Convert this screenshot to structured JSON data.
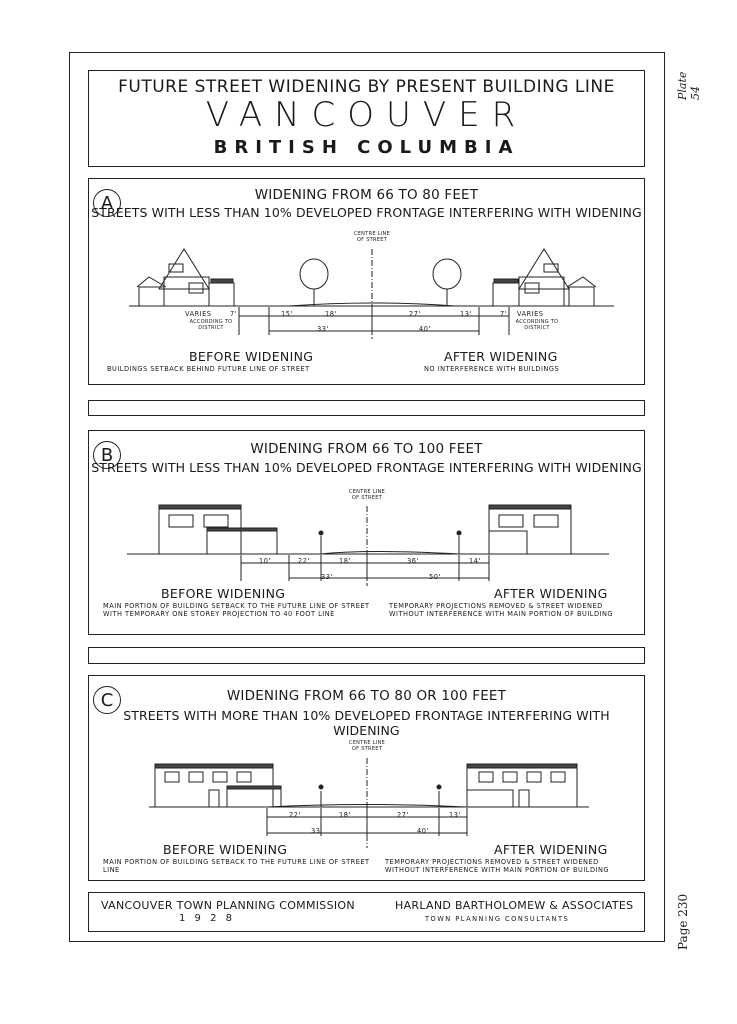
{
  "header": {
    "line1": "FUTURE STREET WIDENING BY PRESENT BUILDING LINE",
    "line2": "VANCOUVER",
    "line3": "BRITISH COLUMBIA"
  },
  "side": {
    "plate": "Plate 54",
    "page": "Page 230"
  },
  "centre_line": "CENTRE LINE OF STREET",
  "panels": [
    {
      "letter": "A",
      "title": "WIDENING FROM 66 TO 80 FEET",
      "subtitle": "STREETS WITH LESS THAN 10% DEVELOPED FRONTAGE INTERFERING WITH WIDENING",
      "dims_top": [
        "7'",
        "15'",
        "18'",
        "27'",
        "13'",
        "7'"
      ],
      "dims_bottom": [
        "33'",
        "40'"
      ],
      "varies": "VARIES",
      "according": "ACCORDING TO DISTRICT",
      "before_label": "BEFORE WIDENING",
      "before_note": "BUILDINGS SETBACK BEHIND FUTURE LINE OF STREET",
      "after_label": "AFTER WIDENING",
      "after_note": "NO INTERFERENCE WITH BUILDINGS"
    },
    {
      "letter": "B",
      "title": "WIDENING FROM 66 TO 100 FEET",
      "subtitle": "STREETS WITH LESS THAN 10% DEVELOPED FRONTAGE INTERFERING WITH WIDENING",
      "dims_top": [
        "10'",
        "22'",
        "18'",
        "36'",
        "14'"
      ],
      "dims_bottom": [
        "33'",
        "50'"
      ],
      "before_label": "BEFORE WIDENING",
      "before_note": "MAIN PORTION OF BUILDING SETBACK TO THE FUTURE LINE OF STREET WITH TEMPORARY ONE STOREY PROJECTION TO 40 FOOT LINE",
      "after_label": "AFTER WIDENING",
      "after_note": "TEMPORARY PROJECTIONS REMOVED & STREET WIDENED WITHOUT INTERFERENCE WITH MAIN PORTION OF BUILDING"
    },
    {
      "letter": "C",
      "title": "WIDENING FROM 66 TO 80 OR 100 FEET",
      "subtitle": "STREETS WITH MORE THAN 10% DEVELOPED FRONTAGE INTERFERING WITH WIDENING",
      "dims_top": [
        "22'",
        "18'",
        "27'",
        "13'"
      ],
      "dims_bottom": [
        "33'",
        "40'"
      ],
      "before_label": "BEFORE WIDENING",
      "before_note": "MAIN PORTION OF BUILDING SETBACK TO THE FUTURE LINE OF STREET LINE",
      "after_label": "AFTER WIDENING",
      "after_note": "TEMPORARY PROJECTIONS REMOVED & STREET WIDENED WITHOUT INTERFERENCE WITH MAIN PORTION OF BUILDING"
    }
  ],
  "footer": {
    "left": "VANCOUVER TOWN PLANNING COMMISSION",
    "year": "1 9 2 8",
    "right": "HARLAND BARTHOLOMEW & ASSOCIATES",
    "right_sub": "TOWN PLANNING CONSULTANTS"
  }
}
